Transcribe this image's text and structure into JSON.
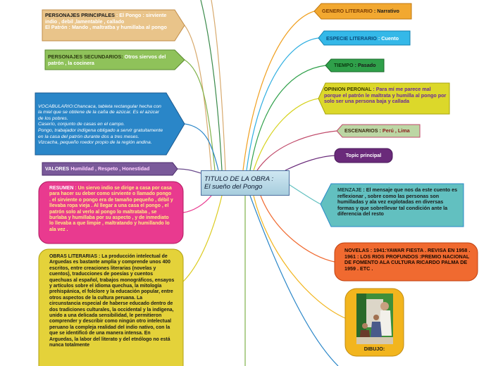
{
  "central": {
    "title": "TITULO DE LA OBRA  :",
    "subtitle": "El sueño del Pongo"
  },
  "left_topics": {
    "personajes_principales": {
      "label": "PERSONAJES PRINCIPALES",
      "value_line1": " : El Pongo : sirviente indio , debil ,lamentable , callado",
      "value_line2": "El Patrón : Mando , maltratba y humillaba al pongo"
    },
    "personajes_secundarios": {
      "label": "PERSONAJES SECUNDARIOS:",
      "value": " Otros siervos del patrón , la cocinera"
    },
    "vocabulario": {
      "text": "VOCABULARIO:Chancaca, tableta rectangular hecha con la miel que se obtiene de la caña de azúcar. Es el azúcar de los pobres.\nCaserío, conjunto de casas en el campo.\nPongo, trabajador indígena obligado a servir gratuitamente en la casa del patrón durante dos a tres meses.\nVizcacha, pequeño roedor propio de la región andina."
    },
    "valores": {
      "label": "VALORES",
      "value": "   Humildad , Respeto , Honestidad"
    },
    "resumen": {
      "label": "RESUMEN",
      "value": " : Un siervo indio se dirige a casa por casa para hacer su deber como sirviente o llamado pongo . el sirviente o pongo era de tamaño pequeño , débil y llevaba ropa vieja .  Al llegar a una casa el pongo  , el patrón solo al verlo  al pongo lo maltrataba , se burlaba y humillaba por su aspecto , y de  inmediato lo llevaba a que limpie , maltratando y humillando lo ala vez ."
    },
    "obras_literarias": {
      "label": "OBRAS LITERARIAS :",
      "value": " La producción intelectual de Arguedas es bastante amplia y comprende unos 400 escritos, entre creaciones literarias (novelas y cuentos), traducciones de poesías y cuentos quechuas al español, trabajos monográficos, ensayos y artículos sobre el idioma quechua, la mitología prehispánica, el folclore y la educación popular, entre otros aspectos de la cultura peruana. La circunstancia especial de haberse educado dentro de dos tradiciones culturales, la occidental y la indígena, unido a una delicada sensibilidad, le permitieron comprender y describir como ningún otro intelectual peruano la compleja realidad del indio nativo, con la que se identificó de una manera intensa. En Arguedas, la labor del literato y del etnólogo no está nunca totalmente"
    }
  },
  "right_topics": {
    "genero": {
      "label": "GENERO LITERARIO",
      "value": " : Narrativo"
    },
    "especie": {
      "label": "ESPECIE LITERARIO",
      "value": " : Cuento"
    },
    "tiempo": {
      "label": "TIEMPO",
      "value": " : Pasado"
    },
    "opinion": {
      "label": "OPINION PERONAL",
      "value": " : Para mí me parece mal porque el patrón le maltrata y humilla al pongo por solo ser una persona baja y callada"
    },
    "escenarios": {
      "label": "ESCENARIOS :",
      "value": " Perú , Lima"
    },
    "topic_principal": {
      "label": "Topic principal"
    },
    "mensaje": {
      "label": "MENZAJE",
      "value": " : El mensaje que nos da este cuento es reflexionar , sobre como las personas son humilladas y ala vez explotadas en diversas formas y que sobrellevar tal condición ante la diferencia del resto"
    },
    "novelas": {
      "line1": "NOVELAS : 1941:YAWAR FIESTA . REVISA EN 1958            .",
      "line2": "1961 : LOS RIOS PROFUNDOS :PREMIO NACIONAL DE FOMENTO ALA CULTURA RICARDO PALMA DE 1959 . ETC ."
    },
    "dibujo": {
      "label": "DIBUJO:"
    }
  },
  "colors": {
    "personajes_principales": "#d8aa6e",
    "personajes_secundarios": "#7fb24a",
    "vocabulario": "#2a86c8",
    "valores": "#6a4a8c",
    "resumen": "#e93a8f",
    "obras": "#dccb1e",
    "genero": "#f0a020",
    "especie": "#2eaee0",
    "tiempo": "#2fa04a",
    "opinion": "#d6d21e",
    "escenarios": "#b9d2a0",
    "topic": "#6a2a7a",
    "mensaje": "#62c0c0",
    "novelas": "#f06a30",
    "dibujo": "#f2b51e"
  }
}
